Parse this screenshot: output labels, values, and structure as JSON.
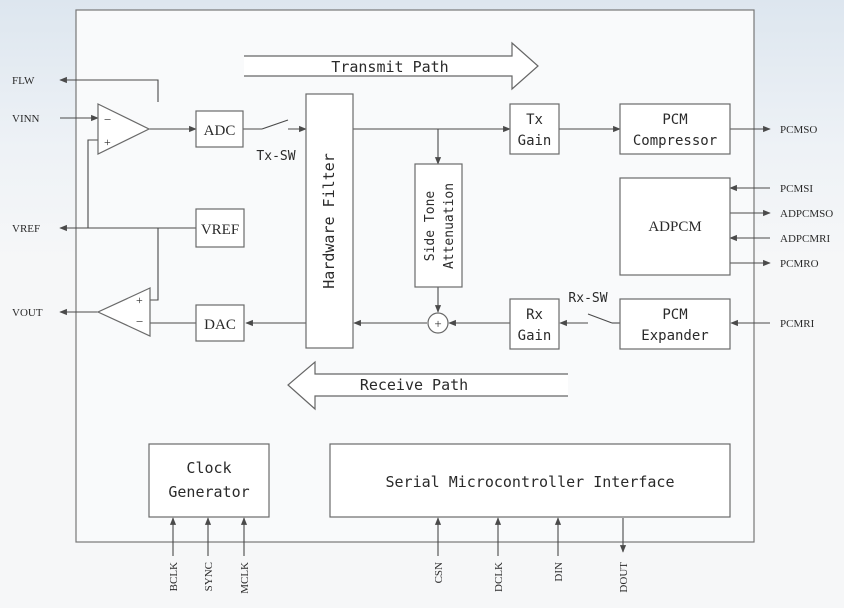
{
  "blocks": {
    "adc": "ADC",
    "dac": "DAC",
    "vref": "VREF",
    "hardware_filter": "Hardware Filter",
    "side_tone_line1": "Side Tone",
    "side_tone_line2": "Attenuation",
    "tx_gain_line1": "Tx",
    "tx_gain_line2": "Gain",
    "rx_gain_line1": "Rx",
    "rx_gain_line2": "Gain",
    "pcm_compressor_line1": "PCM",
    "pcm_compressor_line2": "Compressor",
    "pcm_expander_line1": "PCM",
    "pcm_expander_line2": "Expander",
    "adpcm": "ADPCM",
    "clock_generator_line1": "Clock",
    "clock_generator_line2": "Generator",
    "serial_interface": "Serial Microcontroller Interface"
  },
  "paths": {
    "transmit": "Transmit Path",
    "receive": "Receive Path"
  },
  "switches": {
    "tx": "Tx-SW",
    "rx": "Rx-SW"
  },
  "opamp_signs": {
    "minus": "−",
    "plus": "+"
  },
  "pins": {
    "left": [
      "FLW",
      "VINN",
      "VREF",
      "VOUT"
    ],
    "right": [
      "PCMSO",
      "PCMSI",
      "ADPCMSO",
      "ADPCMRI",
      "PCMRO",
      "PCMRI"
    ],
    "bottom": [
      "BCLK",
      "SYNC",
      "MCLK",
      "CSN",
      "DCLK",
      "DIN",
      "DOUT"
    ]
  },
  "colors": {
    "background_top": "#dde6ef",
    "background": "#f6f7f8",
    "line": "#4a4a4a"
  }
}
